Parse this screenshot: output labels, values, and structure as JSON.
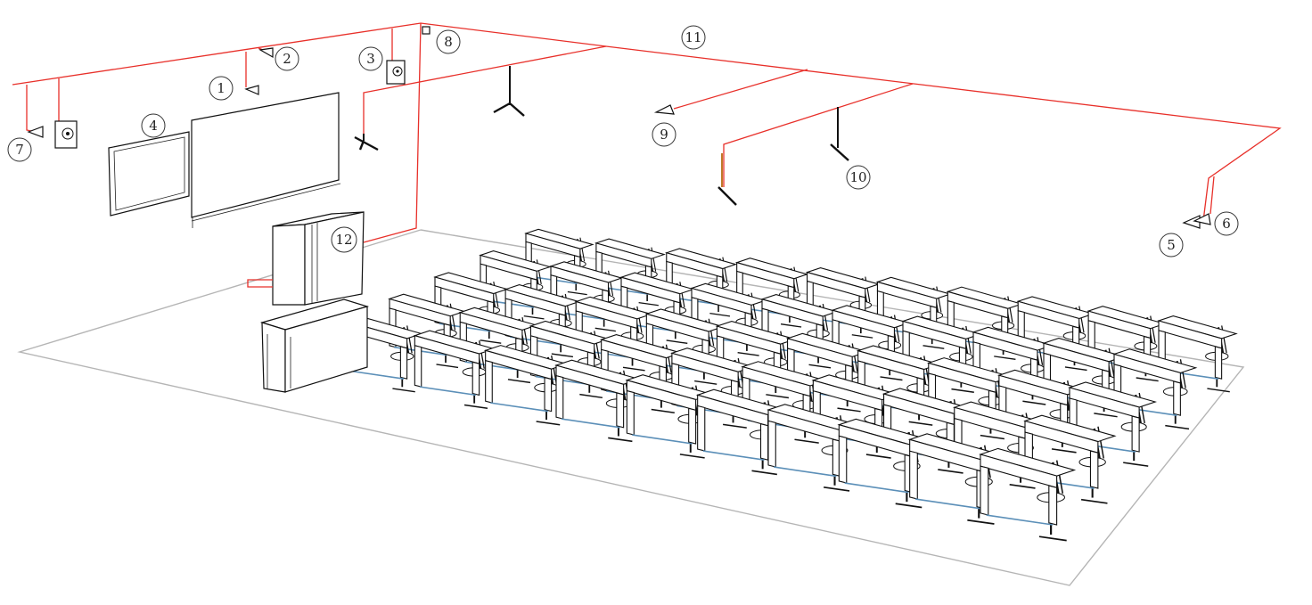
{
  "colors": {
    "wiring": "#e8302a",
    "furniture_outline": "#111111",
    "floor_outline": "#b5b5b5",
    "floor_rail": "#5b8fb8",
    "background": "#ffffff"
  },
  "callouts": [
    {
      "id": "c1",
      "label": "1"
    },
    {
      "id": "c2",
      "label": "2"
    },
    {
      "id": "c3",
      "label": "3"
    },
    {
      "id": "c4",
      "label": "4"
    },
    {
      "id": "c5",
      "label": "5"
    },
    {
      "id": "c6",
      "label": "6"
    },
    {
      "id": "c7",
      "label": "7"
    },
    {
      "id": "c8",
      "label": "8"
    },
    {
      "id": "c9",
      "label": "9"
    },
    {
      "id": "c10",
      "label": "10"
    },
    {
      "id": "c11",
      "label": "11"
    },
    {
      "id": "c12",
      "label": "12"
    }
  ],
  "desk_grid": {
    "rows": 5,
    "columns": 10
  }
}
